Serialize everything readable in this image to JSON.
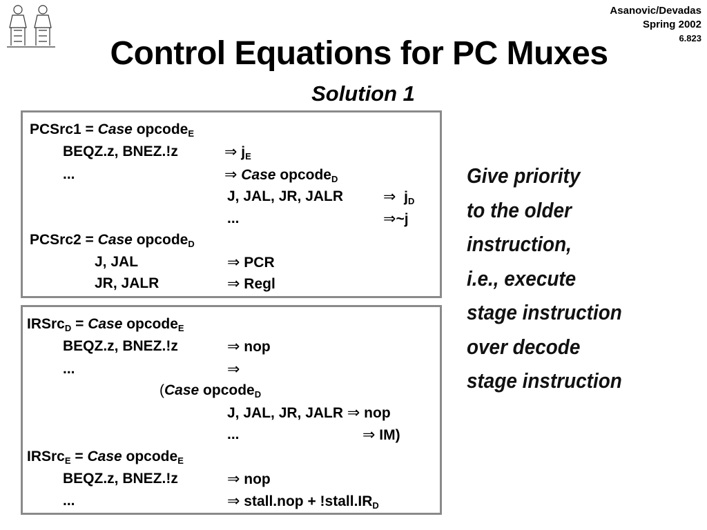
{
  "header": {
    "author": "Asanovic/Devadas",
    "term": "Spring 2002",
    "course": "6.823"
  },
  "title": "Control Equations for PC Muxes",
  "subtitle": "Solution 1",
  "box1": {
    "pcsrc1_label": "PCSrc1 = ",
    "case_word": "Case",
    "opcode": " opcode",
    "sub_E": "E",
    "sub_D": "D",
    "beqz": "BEQZ.z, BNEZ.!z",
    "arrow": "⇒",
    "jE": " j",
    "dots": "...",
    "case_opcodeD_case": "Case",
    "jumps": "J, JAL, JR, JALR",
    "jD": "j",
    "not_j": "~j",
    "pcsrc2_label": "PCSrc2 = ",
    "j_jal": "J, JAL",
    "pcr": "PCR",
    "jr_jalr": "JR, JALR",
    "regl": "Regl"
  },
  "box2": {
    "irsrcD_label": "IRSrc",
    "eq": " = ",
    "nop": "nop",
    "open_paren": "(",
    "im": "IM)",
    "irsrcE_label": "IRSrc",
    "stall": "stall.nop + !stall.IR"
  },
  "note": {
    "lines": [
      "Give priority",
      "to the older",
      "instruction,",
      "i.e., execute",
      "stage instruction",
      "over decode",
      "stage instruction"
    ]
  }
}
